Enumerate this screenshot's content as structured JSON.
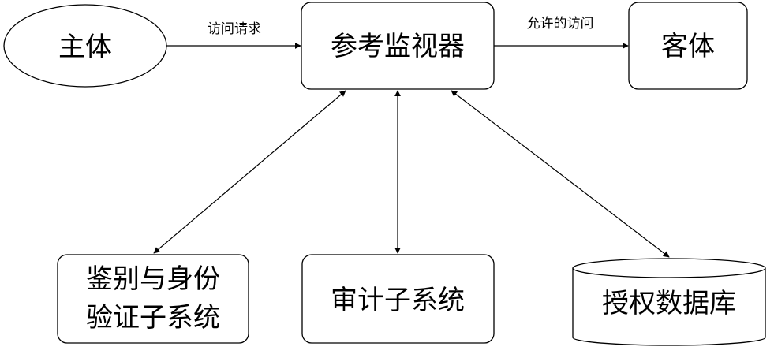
{
  "nodes": {
    "subject": {
      "label": "主体"
    },
    "reference_monitor": {
      "label": "参考监视器"
    },
    "object": {
      "label": "客体"
    },
    "auth_subsystem": {
      "line1": "鉴别与身份",
      "line2": "验证子系统"
    },
    "audit_subsystem": {
      "label": "审计子系统"
    },
    "authorization_db": {
      "label": "授权数据库"
    }
  },
  "edges": {
    "access_request": {
      "label": "访问请求"
    },
    "permitted_access": {
      "label": "允许的访问"
    }
  }
}
